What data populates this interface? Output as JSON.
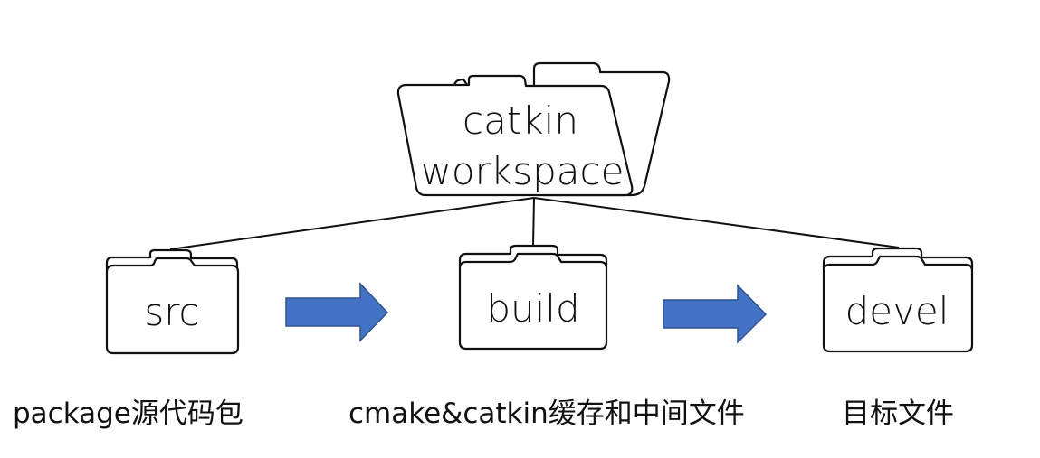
{
  "diagram": {
    "root": {
      "label_line1": "catkin",
      "label_line2": "workspace"
    },
    "folders": [
      {
        "id": "src",
        "label": "src",
        "caption": "package源代码包"
      },
      {
        "id": "build",
        "label": "build",
        "caption": "cmake&catkin缓存和中间文件"
      },
      {
        "id": "devel",
        "label": "devel",
        "caption": "目标文件"
      }
    ],
    "arrows": [
      {
        "from": "src",
        "to": "build"
      },
      {
        "from": "build",
        "to": "devel"
      }
    ]
  },
  "colors": {
    "outline": "#111111",
    "arrow_fill": "#4472c4",
    "arrow_stroke": "#2f528f",
    "background": "#ffffff"
  }
}
